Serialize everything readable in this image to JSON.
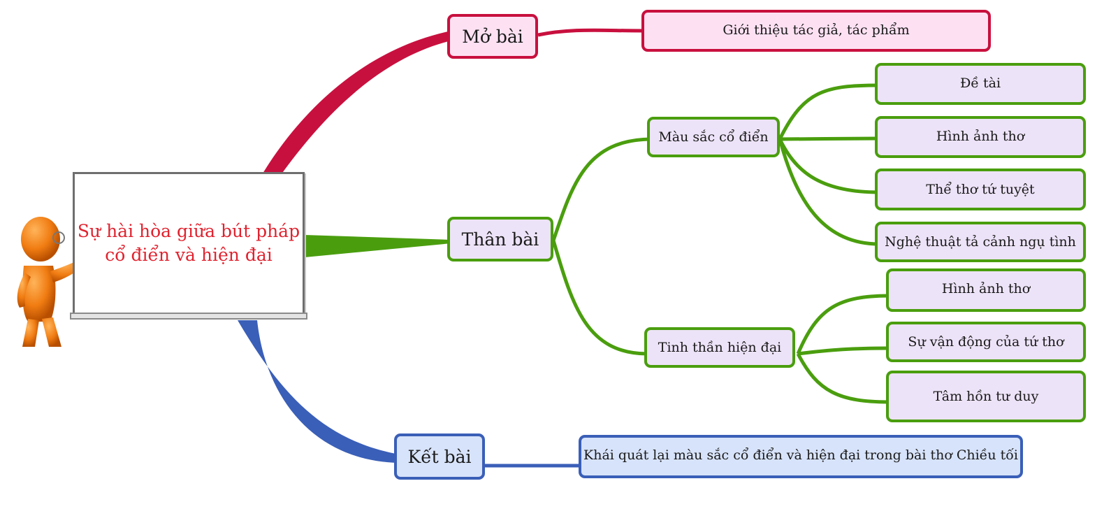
{
  "colors": {
    "intro_branch": "#c8103e",
    "body_branch": "#4a9e0e",
    "conclusion_branch": "#3a5fb8",
    "central_text": "#e0232f",
    "figure": "#f07c12"
  },
  "central": {
    "title_line1": "Sự hài hòa giữa bút pháp",
    "title_line2": "cổ điển và hiện đại"
  },
  "branches": {
    "intro": {
      "label": "Mở bài",
      "child": "Giới thiệu tác giả, tác phẩm"
    },
    "body": {
      "label": "Thân bài",
      "classic": {
        "label": "Màu sắc cổ điển",
        "children": [
          "Đề tài",
          "Hình ảnh thơ",
          "Thể thơ tứ tuyệt",
          "Nghệ thuật tả cảnh ngụ tình"
        ]
      },
      "modern": {
        "label": "Tinh thần hiện đại",
        "children": [
          "Hình ảnh thơ",
          "Sự vận động của tứ thơ",
          "Tâm hồn tư duy"
        ]
      }
    },
    "conclusion": {
      "label": "Kết bài",
      "child": "Khái quát lại màu sắc cổ điển và hiện đại trong bài thơ Chiều tối"
    }
  },
  "icons": [
    "presenter-figure-icon",
    "whiteboard-icon"
  ]
}
